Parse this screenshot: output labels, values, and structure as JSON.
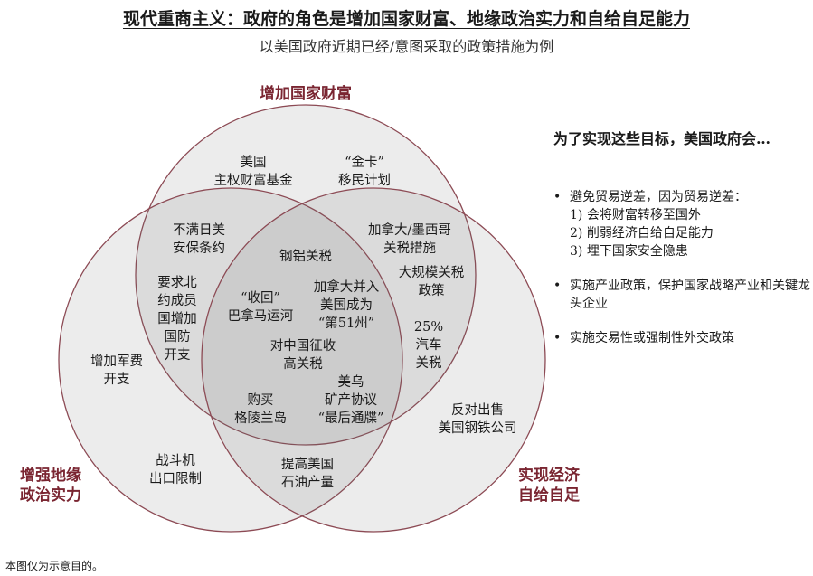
{
  "title": "现代重商主义：政府的角色是增加国家财富、地缘政治实力和自给自足能力",
  "subtitle": "以美国政府近期已经/意图采取的政策措施为例",
  "venn": {
    "sets": {
      "wealth": "增加国家财富",
      "geo": "增强地缘\n政治实力",
      "self": "实现经济\n自给自足"
    },
    "items": {
      "sovereign_fund": "美国\n主权财富基金",
      "gold_card": "“金卡”\n移民计划",
      "us_japan": "不满日美\n安保条约",
      "canada_mexico": "加拿大/墨西哥\n关税措施",
      "steel_aluminum": "钢铝关税",
      "big_tariff": "大规模关税\n政策",
      "nato": "要求北\n约成员\n国增加\n国防\n开支",
      "panama": "“收回”\n巴拿马运河",
      "canada_51": "加拿大并入\n美国成为\n“第51州”",
      "auto_25": "25%\n汽车\n关税",
      "china_tariff": "对中国征收\n高关税",
      "military": "增加军费\n开支",
      "greenland": "购买\n格陵兰岛",
      "ukraine": "美乌\n矿产协议\n“最后通牒”",
      "us_steel": "反对出售\n美国钢铁公司",
      "fighter": "战斗机\n出口限制",
      "oil": "提高美国\n石油产量"
    }
  },
  "panel": {
    "heading": "为了实现这些目标，美国政府会…",
    "bullet_glyph": "•",
    "b1": "避免贸易逆差，因为贸易逆差：",
    "b1_sub1": "1) 会将财富转移至国外",
    "b1_sub2": "2) 削弱经济自给自足能力",
    "b1_sub3": "3) 埋下国家安全隐患",
    "b2": "实施产业政策，保护国家战略产业和关键龙头企业",
    "b3": "实施交易性或强制性外交政策"
  },
  "footnote": "本图仅为示意目的。",
  "colors": {
    "circle_stroke": "#8c4a54",
    "circle_fill": "#6e6e6e",
    "set_label": "#7a2531"
  }
}
